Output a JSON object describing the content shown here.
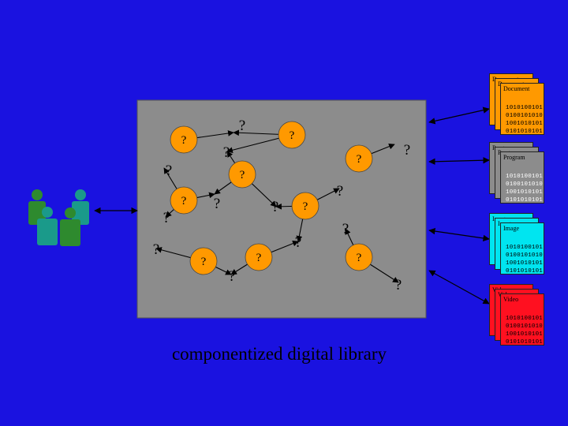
{
  "caption": "componentized digital library",
  "node_label": "?",
  "edge_label": "?",
  "repositories": [
    {
      "name": "document",
      "title": "Document",
      "color": "#ff9900",
      "bits": [
        "1010100101",
        "0100101010",
        "1001010101",
        "0101010101"
      ]
    },
    {
      "name": "program",
      "title": "Program",
      "color": "#8c8c8c",
      "bits": [
        "1010100101",
        "0100101010",
        "1001010101",
        "0101010101"
      ]
    },
    {
      "name": "image",
      "title": "Image",
      "color": "#00e5f0",
      "bits": [
        "1010100101",
        "0100101010",
        "1001010101",
        "0101010101"
      ]
    },
    {
      "name": "video",
      "title": "Video",
      "color": "#ff1020",
      "bits": [
        "1010100101",
        "0100101010",
        "1001010101",
        "0101010101"
      ]
    }
  ],
  "colors": {
    "background": "#1a12e0",
    "library_box": "#8c8c8c",
    "node": "#ff9900",
    "users": [
      "#2e8a2e",
      "#1a9a8a"
    ]
  }
}
